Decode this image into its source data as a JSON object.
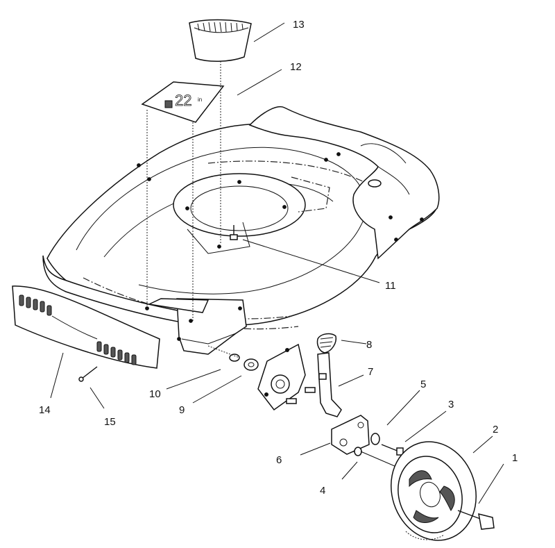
{
  "callouts": [
    {
      "id": "c1",
      "label": "1"
    },
    {
      "id": "c2",
      "label": "2"
    },
    {
      "id": "c3",
      "label": "3"
    },
    {
      "id": "c4",
      "label": "4"
    },
    {
      "id": "c5",
      "label": "5"
    },
    {
      "id": "c6",
      "label": "6"
    },
    {
      "id": "c7",
      "label": "7"
    },
    {
      "id": "c8",
      "label": "8"
    },
    {
      "id": "c9",
      "label": "9"
    },
    {
      "id": "c10",
      "label": "10"
    },
    {
      "id": "c11",
      "label": "11"
    },
    {
      "id": "c12",
      "label": "12"
    },
    {
      "id": "c13",
      "label": "13"
    },
    {
      "id": "c14",
      "label": "14"
    },
    {
      "id": "c15",
      "label": "15"
    }
  ],
  "decal": {
    "size_text": "22",
    "unit_text": "in"
  }
}
